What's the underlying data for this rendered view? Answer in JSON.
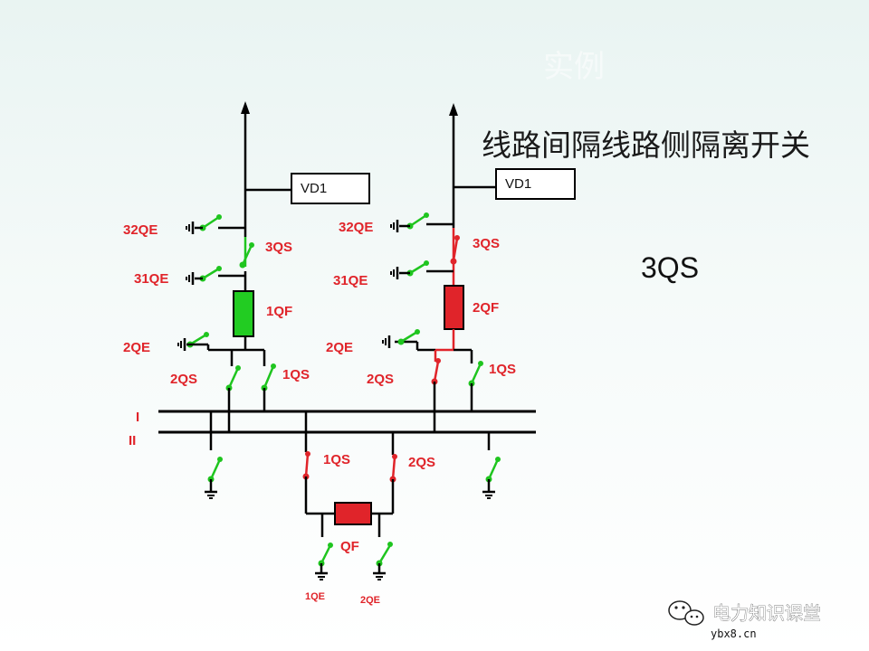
{
  "header": {
    "ghost_title": "实例"
  },
  "diagram": {
    "heading": "线路间隔线路侧隔离开关",
    "selected_device": "3QS",
    "bus_labels": {
      "bus1": "I",
      "bus2": "II"
    },
    "bay_left": {
      "vd": "VD1",
      "qe32": "32QE",
      "qs3": "3QS",
      "qe31": "31QE",
      "qf": "1QF",
      "qe2": "2QE",
      "qs2": "2QS",
      "qs1": "1QS",
      "breaker_color": "#22cc22"
    },
    "bay_right": {
      "vd": "VD1",
      "qe32": "32QE",
      "qs3": "3QS",
      "qe31": "31QE",
      "qf": "2QF",
      "qe2": "2QE",
      "qs2": "2QS",
      "qs1": "1QS",
      "breaker_color": "#e0242a"
    },
    "coupler": {
      "qs1": "1QS",
      "qs2": "2QS",
      "qf": "QF",
      "qe1": "1QE",
      "qe2": "2QE",
      "breaker_color": "#e0242a"
    },
    "colors": {
      "closed": "#e0242a",
      "open": "#22cc22",
      "wire": "#000000"
    }
  },
  "watermark": {
    "brand": "电力知识课堂",
    "url": "ybx8.cn"
  }
}
